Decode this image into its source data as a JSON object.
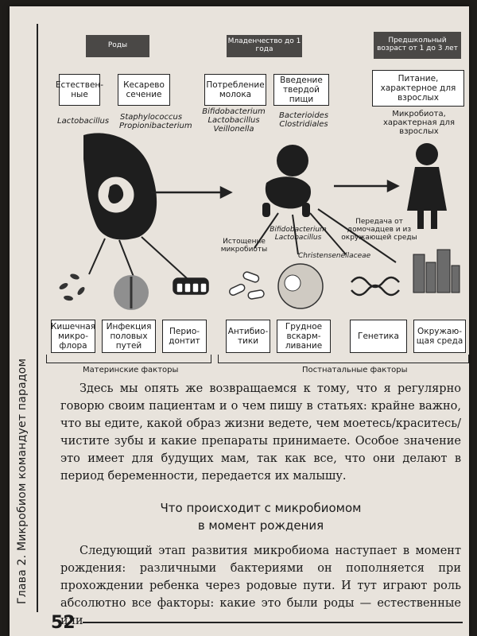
{
  "spine_title": "Глава 2. Микробиом командует парадом",
  "figure": {
    "stage_headers": {
      "birth": "Роды",
      "infancy": "Младенчество до 1 года",
      "preschool": "Предшкольный возраст от 1 до 3 лет"
    },
    "top_boxes": {
      "natural": "Естествен-ные",
      "cesarean": "Кесарево сечение",
      "milk": "Потребление молока",
      "solid_food": "Введение твердой пищи",
      "adult_food": "Питание, характерное для взрослых"
    },
    "bacteria": {
      "natural": "Lactobacillus",
      "cesarean": "Staphylococcus Propionibacterium",
      "milk": "Bifidobacterium Lactobacillus Veillonella",
      "solid": "Bacterioides Clostridiales",
      "adult": "Микробиота, характерная для взрослых"
    },
    "labels": {
      "depletion": "Истощение микробиоты",
      "breastfeed_bacteria": "Bifidobacterium Lactobacillus",
      "genetics_bacteria": "Christensenellaceae",
      "transfer": "Передача от домочадцев и из окружающей среды"
    },
    "bottom_boxes": {
      "gut": "Кишечная микро-флора",
      "infection": "Инфекция половых путей",
      "periodontitis": "Перио-донтит",
      "antibiotics": "Антибио-тики",
      "breastfeeding": "Грудное вскарм-ливание",
      "genetics": "Генетика",
      "environment": "Окружаю-щая среда"
    },
    "groups": {
      "maternal": "Материнские факторы",
      "postnatal": "Постнатальные факторы"
    }
  },
  "paragraph1": "Здесь мы опять же возвращаемся к тому, что я регулярно говорю своим пациентам и о чем пишу в статьях: крайне важно, что вы едите, какой образ жизни ведете, чем моетесь/краситесь/чистите зубы и какие препараты принимаете. Особое значение это имеет для будущих мам, так как все, что они делают в период беременности, передается их малышу.",
  "heading_line1": "Что происходит с микробиомом",
  "heading_line2": "в момент рождения",
  "paragraph2": "Следующий этап развития микробиома наступает в момент рождения: различными бактериями он пополняется при прохождении ребенка через родовые пути. И тут играют роль абсолютно все факторы: какие это были роды — естественные или",
  "page_number": "52"
}
